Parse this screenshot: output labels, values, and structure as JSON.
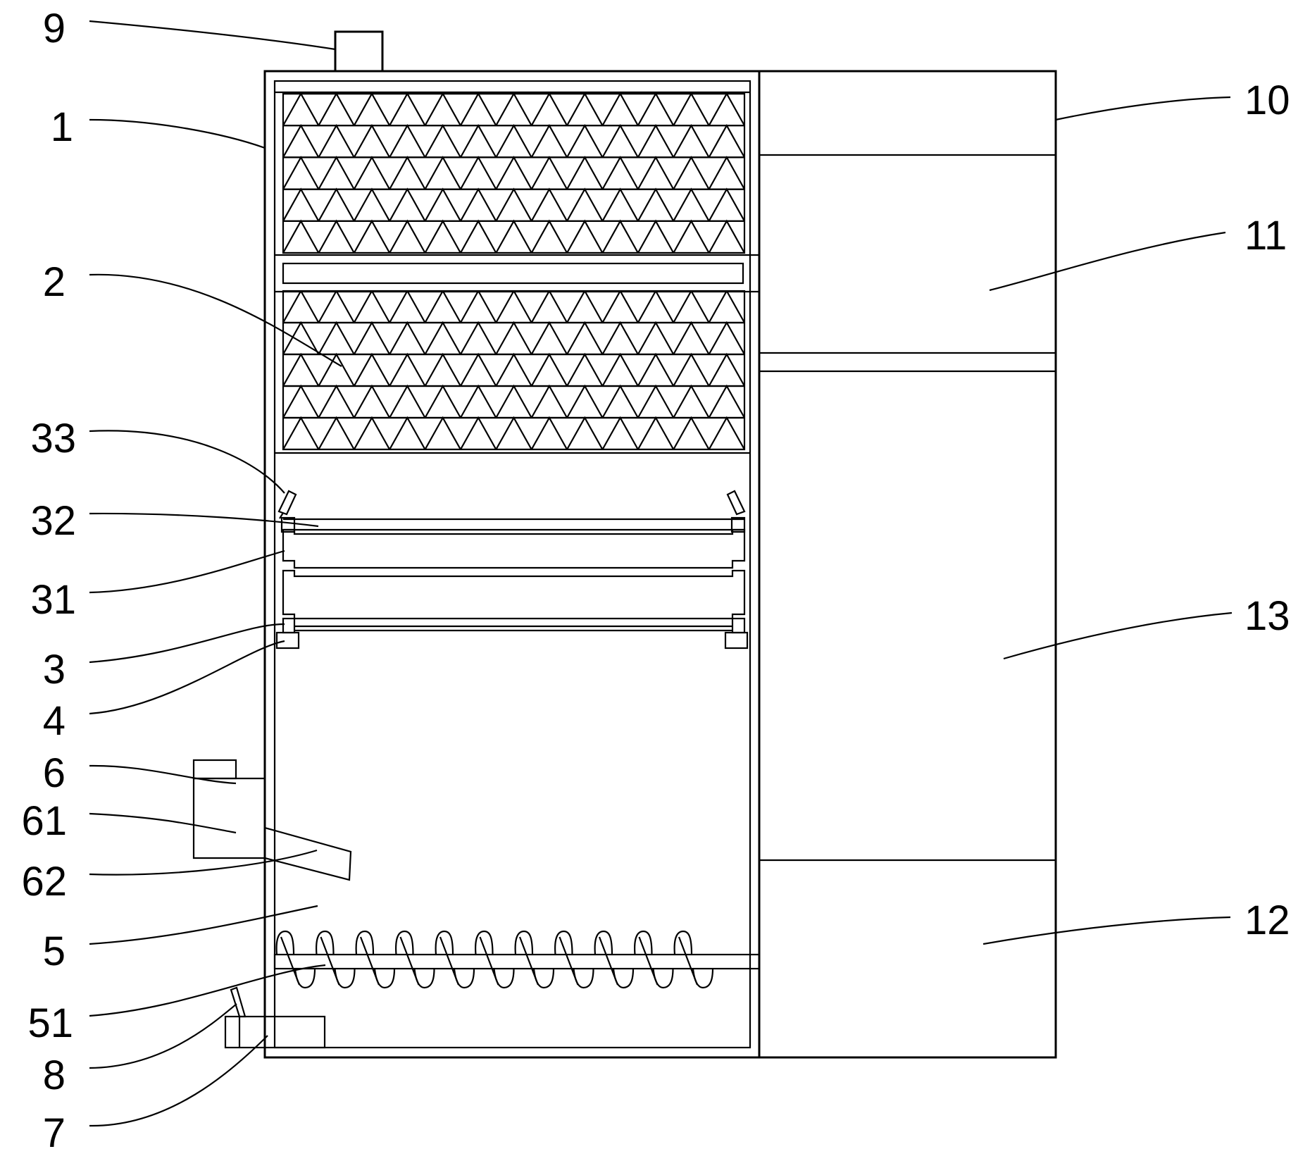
{
  "diagram": {
    "labels": {
      "l1": "1",
      "l2": "2",
      "l3": "3",
      "l4": "4",
      "l5": "5",
      "l51": "51",
      "l6": "6",
      "l61": "61",
      "l62": "62",
      "l7": "7",
      "l8": "8",
      "l9": "9",
      "l10": "10",
      "l11": "11",
      "l12": "12",
      "l13": "13",
      "l31": "31",
      "l32": "32",
      "l33": "33"
    }
  }
}
